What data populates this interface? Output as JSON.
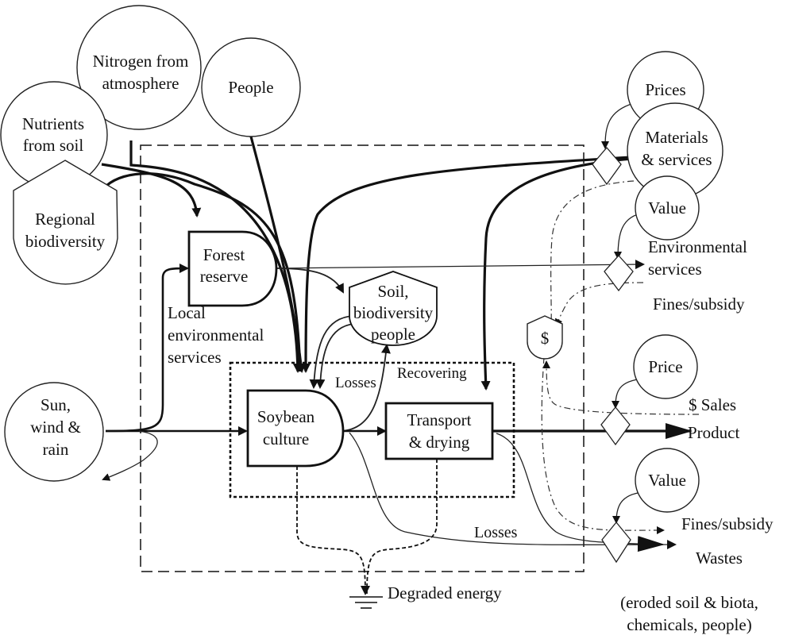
{
  "sources": {
    "nitrogen": [
      "Nitrogen from",
      "atmosphere"
    ],
    "people": "People",
    "nutrients": [
      "Nutrients",
      "from soil"
    ],
    "biodiversity": [
      "Regional",
      "biodiversity"
    ],
    "sun": [
      "Sun,",
      "wind &",
      "rain"
    ],
    "prices": "Prices",
    "materials": [
      "Materials",
      "& services"
    ],
    "value_top": "Value",
    "price": "Price",
    "value_bottom": "Value"
  },
  "storages": {
    "soil": [
      "Soil,",
      "biodiversity",
      "people"
    ],
    "money": "$"
  },
  "producers": {
    "forest": [
      "Forest",
      "reserve"
    ],
    "soybean": [
      "Soybean",
      "culture"
    ],
    "transport": [
      "Transport",
      "& drying"
    ]
  },
  "labels": {
    "local_env": [
      "Local",
      "environmental",
      "services"
    ],
    "losses_inner": "Losses",
    "recovering": "Recovering",
    "losses_bottom": "Losses",
    "degraded": "Degraded energy"
  },
  "outputs": {
    "env_services": [
      "Environmental",
      "services"
    ],
    "fines1": "Fines/subsidy",
    "sales": "$ Sales",
    "product": "Product",
    "fines2": "Fines/subsidy",
    "wastes": "Wastes",
    "wastes_note": [
      "(eroded soil & biota,",
      "chemicals, people)"
    ]
  }
}
